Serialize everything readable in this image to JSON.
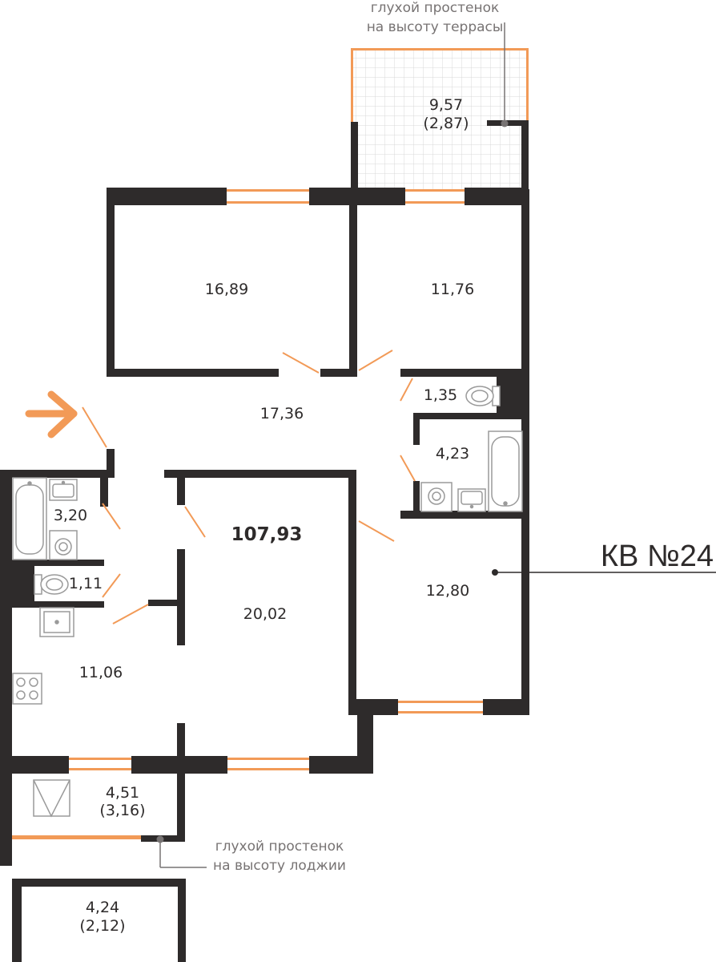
{
  "colors": {
    "wall": "#2e2b2b",
    "accent": "#f29a57",
    "grid": "#d8d8d8",
    "note": "#777373",
    "fixture": "#9a9a9a"
  },
  "apartment": {
    "number_label": "КВ №24",
    "total_area": "107,93"
  },
  "rooms": {
    "terrace_area": "9,57",
    "terrace_reduced": "(2,87)",
    "bedroom1": "16,89",
    "bedroom2": "11,76",
    "hall": "17,36",
    "wc_top": "1,35",
    "bath_right": "4,23",
    "bath_left": "3,20",
    "wc_left": "1,11",
    "living": "20,02",
    "kitchen": "11,06",
    "bedroom3": "12,80",
    "loggia_area": "4,51",
    "loggia_reduced": "(3,16)",
    "balcony_area": "4,24",
    "balcony_reduced": "(2,12)"
  },
  "notes": {
    "terrace_line1": "глухой простенок",
    "terrace_line2": "на высоту террасы",
    "loggia_line1": "глухой простенок",
    "loggia_line2": "на высоту лоджии"
  },
  "icons": {
    "entrance": "entrance-arrow-icon",
    "bathtub": "bathtub-icon",
    "toilet": "toilet-icon",
    "sink": "sink-icon",
    "washer": "washing-machine-icon",
    "stove": "stove-icon",
    "shower": "shower-tray-icon",
    "ventilation": "ventilation-shaft-icon"
  }
}
